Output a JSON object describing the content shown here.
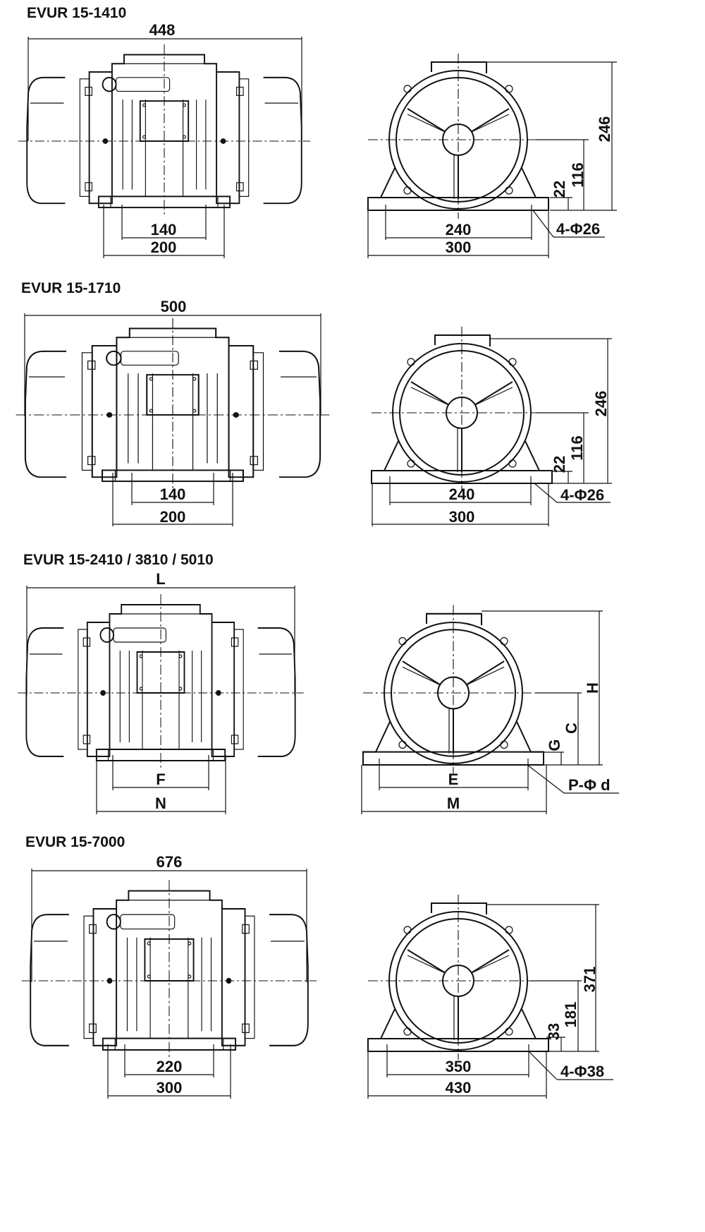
{
  "drawings": [
    {
      "title": "EVUR 15-1410",
      "front": {
        "overall_length": "448",
        "base_inner": "140",
        "base_outer": "200"
      },
      "side": {
        "height_total": "246",
        "height_center": "116",
        "base_thickness": "22",
        "base_inner": "240",
        "base_outer": "300",
        "holes": "4-Φ26"
      }
    },
    {
      "title": "EVUR 15-1710",
      "front": {
        "overall_length": "500",
        "base_inner": "140",
        "base_outer": "200"
      },
      "side": {
        "height_total": "246",
        "height_center": "116",
        "base_thickness": "22",
        "base_inner": "240",
        "base_outer": "300",
        "holes": "4-Φ26"
      }
    },
    {
      "title": "EVUR 15-2410 / 3810 / 5010",
      "front": {
        "overall_length": "L",
        "base_inner": "F",
        "base_outer": "N"
      },
      "side": {
        "height_total": "H",
        "height_center": "C",
        "base_thickness": "G",
        "base_inner": "E",
        "base_outer": "M",
        "holes": "P-Φ d"
      }
    },
    {
      "title": "EVUR 15-7000",
      "front": {
        "overall_length": "676",
        "base_inner": "220",
        "base_outer": "300"
      },
      "side": {
        "height_total": "371",
        "height_center": "181",
        "base_thickness": "33",
        "base_inner": "350",
        "base_outer": "430",
        "holes": "4-Φ38"
      }
    }
  ]
}
